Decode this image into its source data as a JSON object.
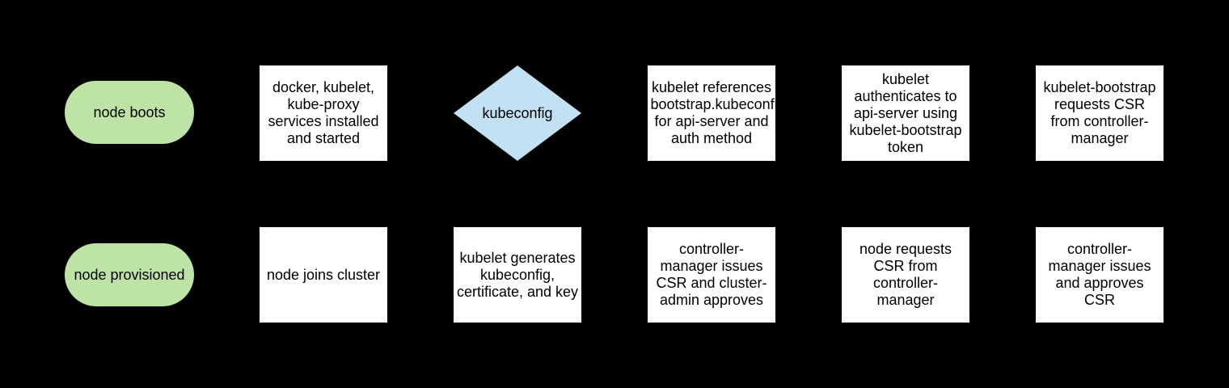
{
  "diagram": {
    "colors": {
      "background": "#000000",
      "terminator_fill": "#bee3a6",
      "process_fill": "#ffffff",
      "decision_fill": "#c2e1f5",
      "text": "#000000"
    },
    "nodes": {
      "node_boots": {
        "shape": "terminator",
        "label": "node boots"
      },
      "services_installed": {
        "shape": "process",
        "label": "docker, kubelet, kube-proxy services installed and started"
      },
      "kubeconfig_decision": {
        "shape": "decision",
        "label": "kubeconfig"
      },
      "kubelet_references": {
        "shape": "process",
        "label": "kubelet references bootstrap.kubeconfig for api-server and auth method"
      },
      "kubelet_authenticates": {
        "shape": "process",
        "label": "kubelet authenticates to api-server using kubelet-bootstrap token"
      },
      "kubelet_bootstrap_requests": {
        "shape": "process",
        "label": "kubelet-bootstrap requests CSR from controller-manager"
      },
      "node_provisioned": {
        "shape": "terminator",
        "label": "node provisioned"
      },
      "node_joins_cluster": {
        "shape": "process",
        "label": "node joins cluster"
      },
      "kubelet_generates": {
        "shape": "process",
        "label": "kubelet generates kubeconfig, certificate, and key"
      },
      "cm_issues_csr_admin_approves": {
        "shape": "process",
        "label": "controller-manager issues CSR and cluster-admin approves"
      },
      "node_requests_csr": {
        "shape": "process",
        "label": "node requests CSR from controller-manager"
      },
      "cm_issues_and_approves": {
        "shape": "process",
        "label": "controller-manager issues and approves CSR"
      }
    }
  }
}
